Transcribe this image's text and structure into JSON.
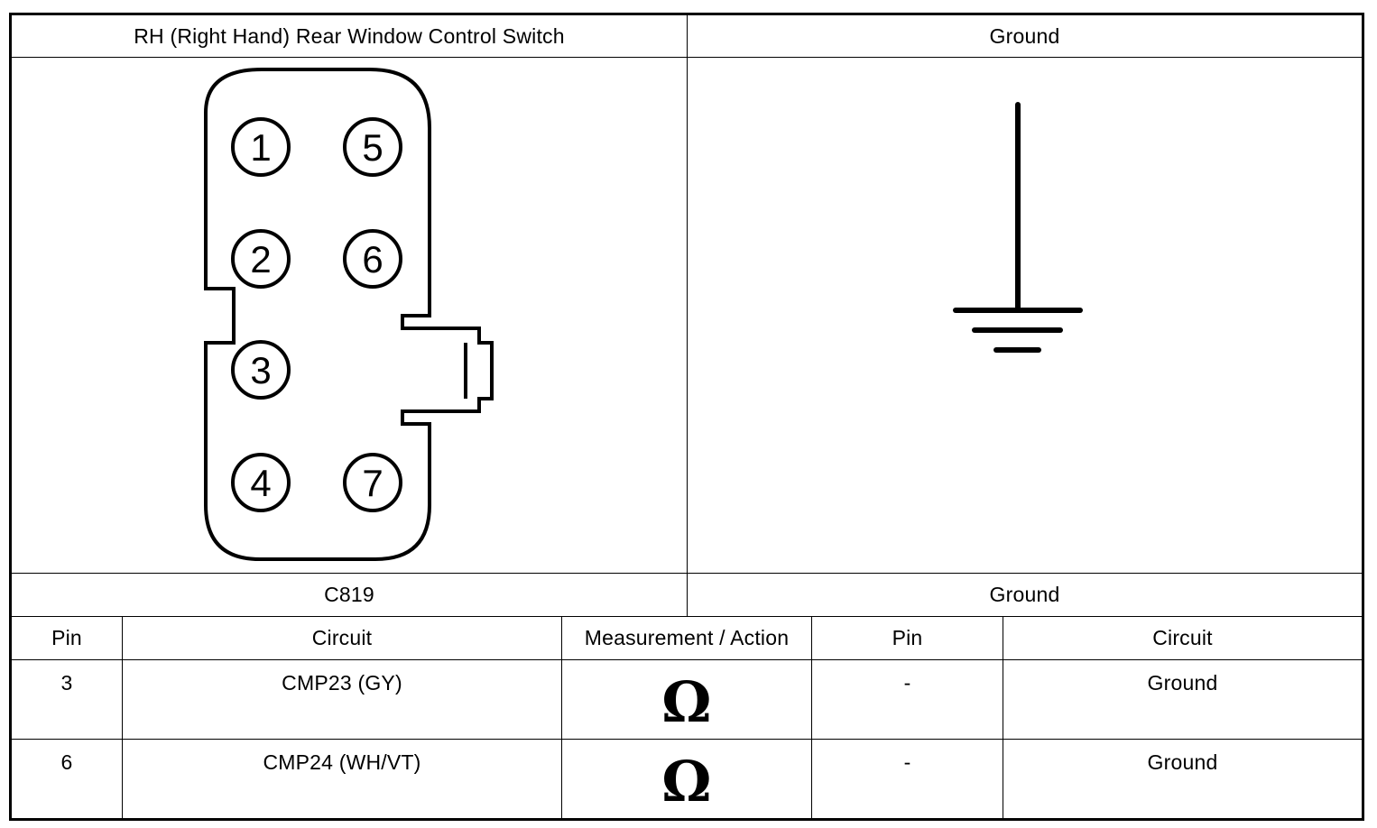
{
  "header": {
    "left_title": "RH (Right Hand) Rear Window Control Switch",
    "right_title": "Ground"
  },
  "connector": {
    "pins": [
      "1",
      "2",
      "3",
      "4",
      "5",
      "6",
      "7"
    ]
  },
  "labels": {
    "left_connector": "C819",
    "right_connector": "Ground"
  },
  "table": {
    "columns": [
      "Pin",
      "Circuit",
      "Measurement / Action",
      "Pin",
      "Circuit"
    ],
    "rows": [
      {
        "pin": "3",
        "circuit": "CMP23 (GY)",
        "measurement_symbol": "Ω",
        "to_pin": "-",
        "to_circuit": "Ground"
      },
      {
        "pin": "6",
        "circuit": "CMP24 (WH/VT)",
        "measurement_symbol": "Ω",
        "to_pin": "-",
        "to_circuit": "Ground"
      }
    ]
  },
  "icons": {
    "connector": "connector-face-icon",
    "ground": "ground-symbol-icon",
    "measurement": "ohm-icon"
  }
}
